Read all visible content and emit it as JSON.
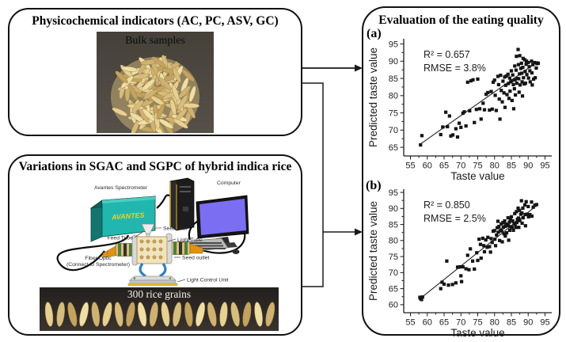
{
  "boxes": {
    "physico": {
      "title": "Physicochemical indicators (AC, PC, ASV, GC)",
      "image_caption": "Bulk samples"
    },
    "variations": {
      "title": "Variations in SGAC and SGPC of hybrid indica rice",
      "image_caption": "300 rice grains"
    },
    "evaluation": {
      "title": "Evaluation of the eating quality"
    }
  },
  "apparatus": {
    "labels": {
      "spectrometer": "Avantes Spectrometer",
      "spectrometer_brand": "AVANTES",
      "computer": "Computer",
      "seed_inlet": "Seed inlet",
      "feed_tube": "Feed Tube",
      "light_tube": "Light Tube",
      "fiber_optic": "Fiber Optic",
      "fiber_optic_sub": "(Connect to Spectrometer)",
      "seed_outlet": "Seed outlet",
      "light_control_unit": "Light Control Unit"
    }
  },
  "chart_data": [
    {
      "type": "scatter",
      "panel_label": "(a)",
      "annotation": [
        "R² = 0.657",
        "RMSE = 3.8%"
      ],
      "xlabel": "Taste value",
      "ylabel": "Predicted taste value",
      "xlim": [
        53,
        97
      ],
      "ylim": [
        62.5,
        96.5
      ],
      "xticks": [
        55,
        60,
        65,
        70,
        75,
        80,
        85,
        90,
        95
      ],
      "yticks": [
        65,
        70,
        75,
        80,
        85,
        90,
        95
      ],
      "fit_line": {
        "x1": 58,
        "y1": 66,
        "x2": 93,
        "y2": 90
      },
      "marker": "square",
      "points": [
        [
          58,
          65.7
        ],
        [
          58.4,
          68.4
        ],
        [
          64,
          68.7
        ],
        [
          64.6,
          70.9
        ],
        [
          65.5,
          75.2
        ],
        [
          66,
          71
        ],
        [
          66.6,
          74.1
        ],
        [
          67,
          68.3
        ],
        [
          67.6,
          68.6
        ],
        [
          68.5,
          70.4
        ],
        [
          69,
          68
        ],
        [
          69.5,
          72
        ],
        [
          70,
          70.8
        ],
        [
          70.6,
          74.9
        ],
        [
          71,
          75.3
        ],
        [
          71.5,
          71.2
        ],
        [
          72,
          83.9
        ],
        [
          72.6,
          75.6
        ],
        [
          73,
          84.3
        ],
        [
          73.6,
          84.6
        ],
        [
          74,
          72.2
        ],
        [
          74.6,
          76
        ],
        [
          75,
          84.8
        ],
        [
          75.6,
          76.2
        ],
        [
          76,
          73.2
        ],
        [
          76.6,
          77.8
        ],
        [
          77,
          75.9
        ],
        [
          77.5,
          80.4
        ],
        [
          78,
          80.9
        ],
        [
          78.5,
          75.8
        ],
        [
          79,
          81.2
        ],
        [
          79.3,
          76.1
        ],
        [
          79.6,
          83.9
        ],
        [
          80,
          84.5
        ],
        [
          80.2,
          80.1
        ],
        [
          80.5,
          75.7
        ],
        [
          81,
          85.6
        ],
        [
          81.2,
          83.2
        ],
        [
          81.4,
          79
        ],
        [
          81.6,
          73.2
        ],
        [
          81.8,
          85.9
        ],
        [
          82,
          81.5
        ],
        [
          82.3,
          78.2
        ],
        [
          82.5,
          84.2
        ],
        [
          82.8,
          80.8
        ],
        [
          83,
          85.4
        ],
        [
          83.1,
          76.6
        ],
        [
          83.3,
          83
        ],
        [
          83.5,
          85.7
        ],
        [
          83.7,
          80.3
        ],
        [
          84,
          86.2
        ],
        [
          84.1,
          83.5
        ],
        [
          84.3,
          79.2
        ],
        [
          84.5,
          85.1
        ],
        [
          84.6,
          81.3
        ],
        [
          84.8,
          84
        ],
        [
          85,
          87.2
        ],
        [
          85.1,
          84.3
        ],
        [
          85.2,
          78.6
        ],
        [
          85.4,
          86
        ],
        [
          85.6,
          83.2
        ],
        [
          85.7,
          76.2
        ],
        [
          85.9,
          82
        ],
        [
          86,
          88.6
        ],
        [
          86.1,
          84.6
        ],
        [
          86.2,
          80.2
        ],
        [
          86.4,
          87.4
        ],
        [
          86.5,
          91.4
        ],
        [
          86.6,
          83.6
        ],
        [
          86.8,
          85
        ],
        [
          87,
          93.4
        ],
        [
          87.1,
          89
        ],
        [
          87.2,
          84.9
        ],
        [
          87.3,
          81
        ],
        [
          87.4,
          86.3
        ],
        [
          87.5,
          91.6
        ],
        [
          87.6,
          83.1
        ],
        [
          87.8,
          87.9
        ],
        [
          88,
          89.4
        ],
        [
          88.1,
          86.5
        ],
        [
          88.2,
          84
        ],
        [
          88.3,
          79.9
        ],
        [
          88.4,
          88.2
        ],
        [
          88.5,
          90.8
        ],
        [
          88.6,
          85.2
        ],
        [
          88.8,
          83.4
        ],
        [
          89,
          90.4
        ],
        [
          89.1,
          87
        ],
        [
          89.2,
          83.6
        ],
        [
          89.4,
          89.1
        ],
        [
          89.5,
          90
        ],
        [
          89.6,
          86.1
        ],
        [
          90,
          89.6
        ],
        [
          90.1,
          85.1
        ],
        [
          90.3,
          88.4
        ],
        [
          90.5,
          87.2
        ],
        [
          90.6,
          84
        ],
        [
          91,
          90
        ],
        [
          91.1,
          86.6
        ],
        [
          91.2,
          83.1
        ],
        [
          91.4,
          89
        ],
        [
          91.6,
          84.8
        ],
        [
          92,
          89.6
        ],
        [
          92.1,
          85.2
        ],
        [
          92.4,
          88
        ],
        [
          92.6,
          89.3
        ],
        [
          93,
          89.4
        ]
      ]
    },
    {
      "type": "scatter",
      "panel_label": "(b)",
      "annotation": [
        "R² = 0.850",
        "RMSE = 2.5%"
      ],
      "xlabel": "Taste value",
      "ylabel": "Predicted taste value",
      "xlim": [
        53,
        97
      ],
      "ylim": [
        57.5,
        96
      ],
      "xticks": [
        55,
        60,
        65,
        70,
        75,
        80,
        85,
        90,
        95
      ],
      "yticks": [
        60,
        65,
        70,
        75,
        80,
        85,
        90,
        95
      ],
      "fit_line": {
        "x1": 58,
        "y1": 62,
        "x2": 92,
        "y2": 90.5
      },
      "marker": "square",
      "points": [
        [
          57.8,
          62.3
        ],
        [
          58,
          61.9
        ],
        [
          58.3,
          61.6
        ],
        [
          58.6,
          62.4
        ],
        [
          64,
          65
        ],
        [
          64.4,
          67
        ],
        [
          65,
          66.4
        ],
        [
          65.8,
          73.6
        ],
        [
          66.3,
          66.1
        ],
        [
          67.5,
          66.3
        ],
        [
          68.5,
          66.8
        ],
        [
          69,
          71.7
        ],
        [
          69.3,
          71.7
        ],
        [
          69.7,
          71.8
        ],
        [
          70,
          69
        ],
        [
          70.2,
          67.2
        ],
        [
          70.6,
          71.8
        ],
        [
          71.5,
          71.2
        ],
        [
          72,
          75.4
        ],
        [
          72.4,
          70.9
        ],
        [
          72.8,
          77.4
        ],
        [
          73.5,
          73.6
        ],
        [
          74,
          71.1
        ],
        [
          74.7,
          76.2
        ],
        [
          75,
          73.8
        ],
        [
          75.4,
          80.4
        ],
        [
          75.8,
          78.8
        ],
        [
          76,
          74.5
        ],
        [
          76.5,
          80.7
        ],
        [
          76.8,
          78.4
        ],
        [
          77,
          76.5
        ],
        [
          77.4,
          80.2
        ],
        [
          77.8,
          77.9
        ],
        [
          78,
          81
        ],
        [
          78.5,
          78.1
        ],
        [
          78.8,
          76.4
        ],
        [
          79,
          80.6
        ],
        [
          79.3,
          79.4
        ],
        [
          79.6,
          82.9
        ],
        [
          80,
          83.1
        ],
        [
          80.1,
          80.4
        ],
        [
          80.3,
          78.4
        ],
        [
          80.6,
          81.7
        ],
        [
          80.8,
          84
        ],
        [
          81,
          86
        ],
        [
          81.1,
          82.6
        ],
        [
          81.3,
          84.4
        ],
        [
          81.5,
          80
        ],
        [
          81.8,
          83.3
        ],
        [
          82,
          85.2
        ],
        [
          82.1,
          83
        ],
        [
          82.3,
          79.6
        ],
        [
          82.5,
          85.6
        ],
        [
          82.6,
          84.1
        ],
        [
          82.8,
          82.1
        ],
        [
          83,
          86.1
        ],
        [
          83.1,
          84.4
        ],
        [
          83.2,
          81.4
        ],
        [
          83.4,
          85.1
        ],
        [
          83.6,
          82.4
        ],
        [
          83.8,
          84.8
        ],
        [
          84,
          87.1
        ],
        [
          84.1,
          84.6
        ],
        [
          84.2,
          80.1
        ],
        [
          84.4,
          85.7
        ],
        [
          84.5,
          83.2
        ],
        [
          84.7,
          86.6
        ],
        [
          84.9,
          84.3
        ],
        [
          85,
          87.4
        ],
        [
          85.2,
          84.1
        ],
        [
          85.4,
          86.1
        ],
        [
          85.6,
          83.2
        ],
        [
          85.8,
          85.3
        ],
        [
          86,
          88.4
        ],
        [
          86.1,
          85.1
        ],
        [
          86.3,
          84.1
        ],
        [
          86.5,
          89
        ],
        [
          86.6,
          85.6
        ],
        [
          86.8,
          86.6
        ],
        [
          87,
          90.1
        ],
        [
          87.1,
          87
        ],
        [
          87.2,
          84.1
        ],
        [
          87.4,
          89.4
        ],
        [
          87.5,
          86.2
        ],
        [
          87.8,
          88.2
        ],
        [
          88,
          92.4
        ],
        [
          88.1,
          88.6
        ],
        [
          88.2,
          85.4
        ],
        [
          88.4,
          90.1
        ],
        [
          88.5,
          87.1
        ],
        [
          89,
          91.1
        ],
        [
          89.1,
          88.1
        ],
        [
          89.2,
          84.6
        ],
        [
          89.4,
          92.1
        ],
        [
          89.6,
          88.2
        ],
        [
          90,
          90.6
        ],
        [
          90.1,
          87.4
        ],
        [
          90.5,
          88.1
        ],
        [
          91,
          92
        ],
        [
          91.1,
          87.6
        ],
        [
          91.5,
          90.4
        ],
        [
          92,
          91
        ],
        [
          92.5,
          91.2
        ]
      ]
    }
  ],
  "colors": {
    "box_border": "#111111",
    "marker": "#141414",
    "fit_line": "#222222",
    "tick_text": "#222222",
    "photo_bg": "#44403b",
    "grain_palette": [
      "#e7d192",
      "#d7bd7d",
      "#c2a35f",
      "#efdfa6",
      "#cfb272"
    ],
    "spectrometer_teal": "#21b7ae",
    "spectrometer_dark": "#14756f",
    "brand_yellow": "#f2d018",
    "screen_purple": "#7b6ef2",
    "tower_gold": "#c9992b",
    "fiber_orange": "#e2920e",
    "band_green": "#4e7d3a",
    "tube_blue": "#2f7fc1",
    "drum_cream": "#f0e4bf",
    "unit_yellow": "#e6c23c"
  }
}
